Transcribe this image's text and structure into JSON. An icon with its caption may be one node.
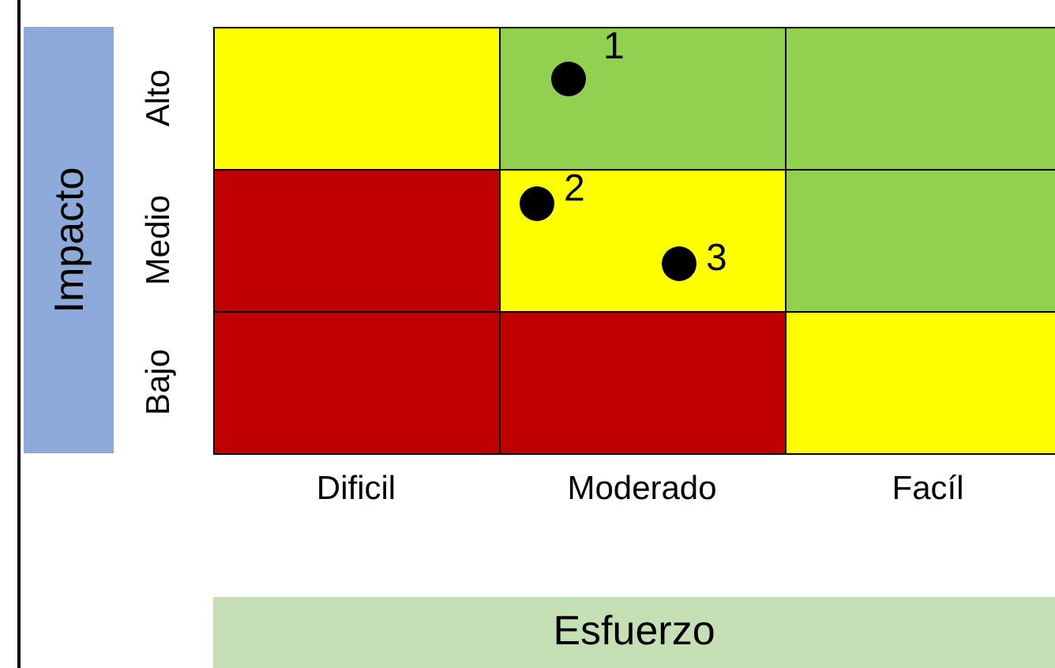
{
  "diagram": {
    "nodes": [
      {
        "text": [
          "Impacto"
        ]
      },
      {
        "text": [],
        "shape": "box"
      },
      {
        "text": [],
        "shape": "box"
      },
      {
        "text": [],
        "shape": "box"
      },
      {
        "text": [],
        "shape": "box"
      },
      {
        "text": [],
        "shape": "box"
      },
      {
        "text": [],
        "shape": "box"
      },
      {
        "text": [],
        "shape": "box"
      },
      {
        "text": [],
        "shape": "box"
      },
      {
        "text": [],
        "shape": "box"
      },
      {
        "text": [],
        "shape": "circle",
        "in": 2,
        "beside": [
          "1"
        ]
      },
      {
        "text": [],
        "shape": "circle",
        "in": 5,
        "beside": [
          "2"
        ]
      },
      {
        "text": [],
        "shape": "circle",
        "in": 5,
        "beside": [
          "3"
        ]
      },
      {
        "text": [
          "Esfuerzo"
        ]
      }
    ],
    "edges": [],
    "labels": [
      "Alto",
      "Medio",
      "Bajo",
      "Dificil",
      "Moderado",
      "Facíl"
    ]
  }
}
